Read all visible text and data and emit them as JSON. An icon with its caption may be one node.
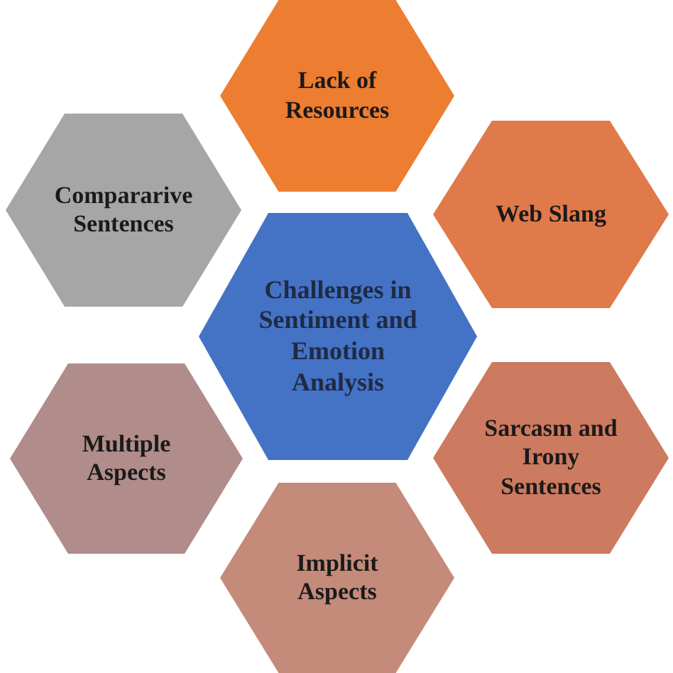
{
  "diagram": {
    "nodes": [
      {
        "text": [
          "Challenges in Sentiment and Emotion Analysis"
        ]
      },
      {
        "text": [
          "Lack of Resources"
        ]
      },
      {
        "text": [
          "Web Slang"
        ]
      },
      {
        "text": [
          "Sarcasm and Irony Sentences"
        ]
      },
      {
        "text": [
          "Implicit Aspects"
        ]
      },
      {
        "text": [
          "Multiple Aspects"
        ]
      },
      {
        "text": [
          "Compararive Sentences"
        ]
      }
    ],
    "edges": []
  }
}
